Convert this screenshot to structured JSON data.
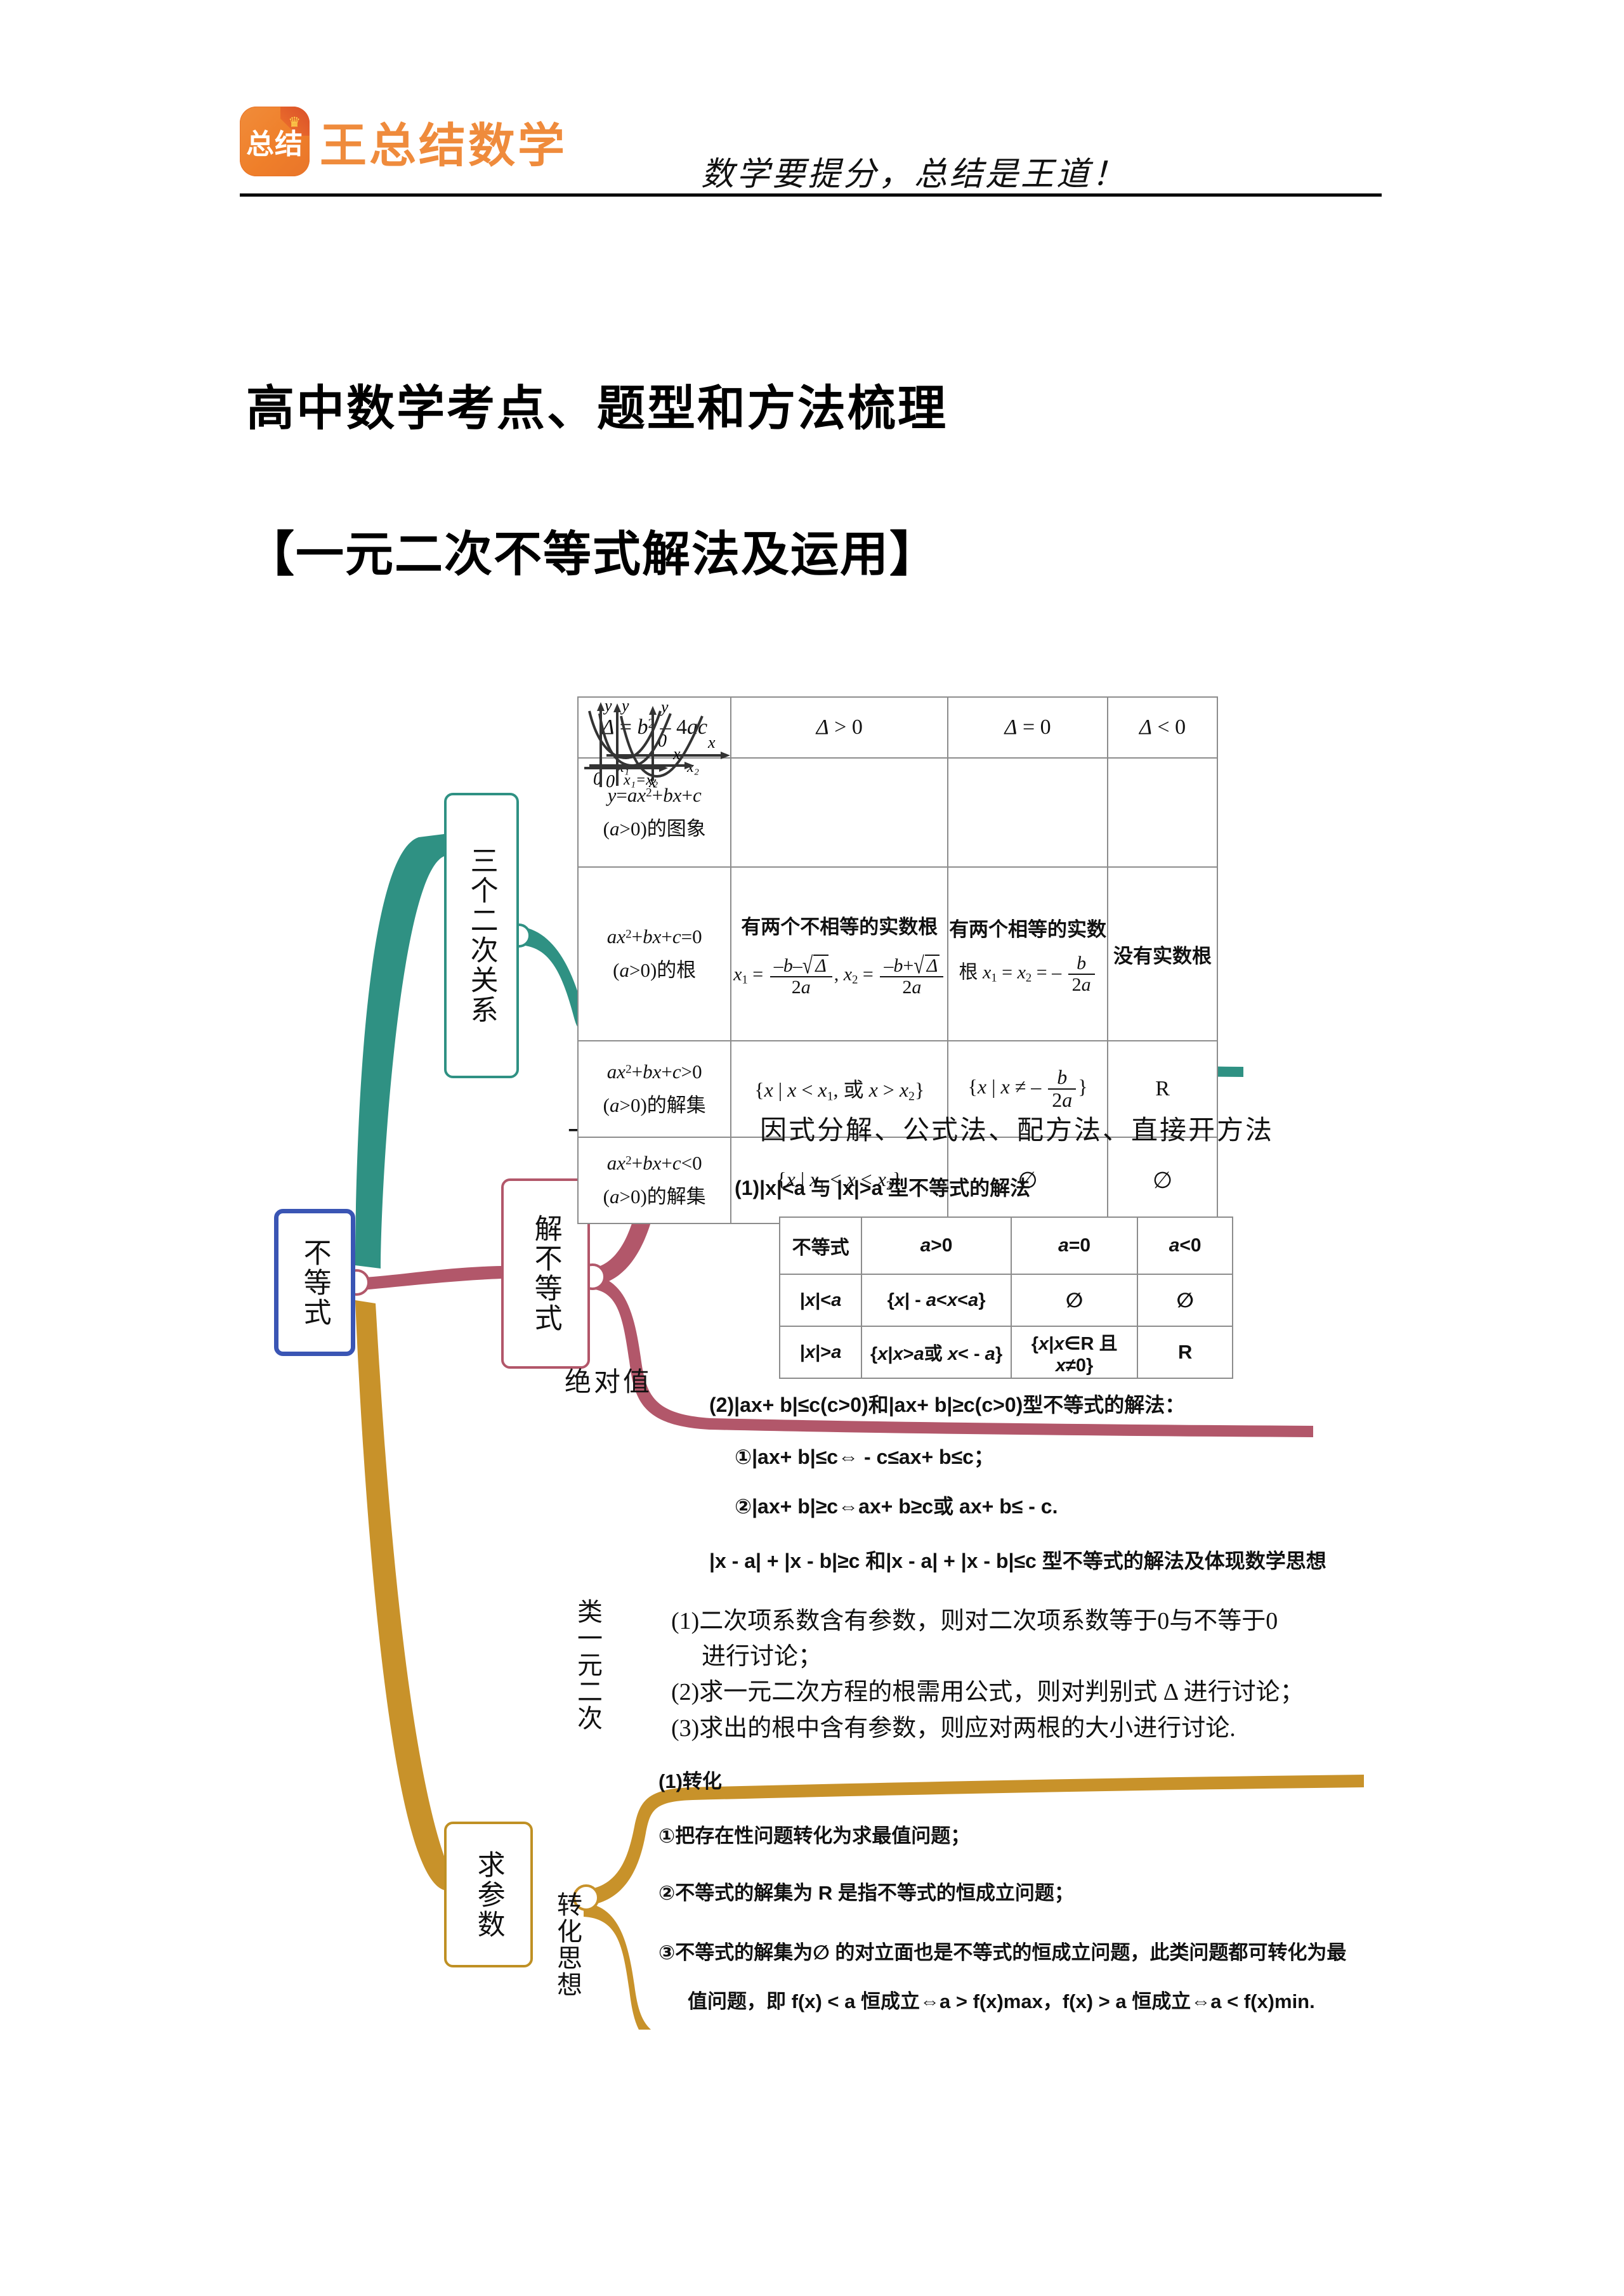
{
  "header": {
    "logo_badge_text": "总结",
    "logo_text": "王总结数学",
    "tagline": "数学要提分，总结是王道！"
  },
  "title": {
    "main": "高中数学考点、题型和方法梳理",
    "sub": "【一元二次不等式解法及运用】"
  },
  "mindmap": {
    "root": "不等式",
    "nodes": {
      "three_quadratic": "三个二次关系",
      "solve_inequality": "解不等式",
      "find_parameter": "求参数"
    },
    "branch_labels": {
      "quadratic_one_var": "一元二次",
      "absolute_value": "绝对值",
      "quasi_quadratic": "类一元二次",
      "transform_thinking": "转化思想"
    },
    "colors": {
      "root_border": "#3a55b4",
      "teal": "#2f9183",
      "rose": "#b2576a",
      "gold": "#bf9024"
    }
  },
  "quadratic_table": {
    "columns": [
      "Δ = b² − 4ac",
      "Δ > 0",
      "Δ = 0",
      "Δ < 0"
    ],
    "rows": [
      {
        "label_line1": "y = ax² + bx + c",
        "label_line2": "(a>0)的图象",
        "type": "graph",
        "cells": [
          "two-roots-parabola",
          "one-root-parabola",
          "no-root-parabola"
        ],
        "graph_labels": {
          "axis_y": "y",
          "axis_x": "x",
          "origin": "0",
          "d_pos": [
            "x₁",
            "x₂"
          ],
          "d_zero": "x₁=x₂",
          "d_neg": ""
        }
      },
      {
        "label_line1": "ax² + bx + c = 0",
        "label_line2": "(a>0)的根",
        "type": "roots",
        "d_pos_head": "有两个不相等的实数根",
        "d_pos_formula": "x₁ = (−b − √Δ)/(2a),  x₂ = (−b + √Δ)/(2a)",
        "d_zero_head": "有两个相等的实数",
        "d_zero_formula": "根 x₁ = x₂ = − b/(2a)",
        "d_neg": "没有实数根"
      },
      {
        "label_line1": "ax² + bx + c > 0",
        "label_line2": "(a>0)的解集",
        "type": "sets",
        "d_pos": "{x | x < x₁, 或 x > x₂}",
        "d_zero": "{x | x ≠ − b/(2a)}",
        "d_neg": "R"
      },
      {
        "label_line1": "ax² + bx + c < 0",
        "label_line2": "(a>0)的解集",
        "type": "sets",
        "d_pos": "{x | x₁ < x < x₂}",
        "d_zero": "∅",
        "d_neg": "∅"
      }
    ]
  },
  "methods_line": "因式分解、公式法、配方法、直接开方法",
  "absolute_value": {
    "heading1": "(1)|x|<a 与 |x|>a 型不等式的解法",
    "table": {
      "columns": [
        "不等式",
        "a>0",
        "a=0",
        "a<0"
      ],
      "rows": [
        {
          "label": "|x|<a",
          "cells": [
            "{x| - a<x<a}",
            "∅",
            "∅"
          ]
        },
        {
          "label": "|x|>a",
          "cells": [
            "{x|x>a或 x< - a}",
            "{x|x∈R 且 x≠0}",
            "R"
          ]
        }
      ]
    },
    "heading2": "(2)|ax+ b|≤c(c>0)和|ax+ b|≥c(c>0)型不等式的解法：",
    "item1": "①|ax+ b|≤c⇔ - c≤ax+ b≤c；",
    "item2": "②|ax+ b|≥c⇔ax+ b≥c或 ax+ b≤ - c.",
    "item3": "|x - a| + |x - b|≥c 和|x - a| + |x - b|≤c 型不等式的解法及体现数学思想"
  },
  "parameter_discussion": {
    "lines": [
      "(1)二次项系数含有参数，则对二次项系数等于0与不等于0",
      "进行讨论；",
      "(2)求一元二次方程的根需用公式，则对判别式 Δ 进行讨论；",
      "(3)求出的根中含有参数，则应对两根的大小进行讨论."
    ]
  },
  "transformation": {
    "heading": "(1)转化",
    "items": [
      "①把存在性问题转化为求最值问题；",
      "②不等式的解集为 R 是指不等式的恒成立问题；",
      "③不等式的解集为∅ 的对立面也是不等式的恒成立问题，此类问题都可转化为最",
      "值问题，即 f(x) < a 恒成立⇔a > f(x)max，f(x) > a 恒成立⇔a < f(x)min."
    ]
  }
}
